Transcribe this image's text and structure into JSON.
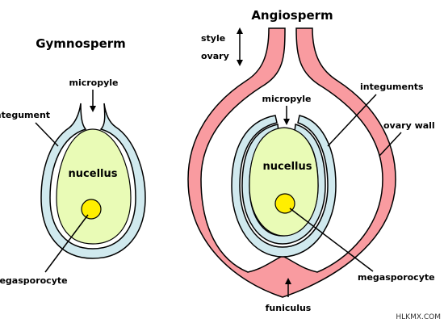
{
  "diagram": {
    "gymnosperm": {
      "title": "Gymnosperm",
      "micropyle_label": "micropyle",
      "integument_label": "integument",
      "nucellus_label": "nucellus",
      "megasporocyte_label": "megasporocyte"
    },
    "angiosperm": {
      "title": "Angiosperm",
      "style_label": "style",
      "ovary_label": "ovary",
      "micropyle_label": "micropyle",
      "integuments_label": "integuments",
      "ovary_wall_label": "ovary wall",
      "nucellus_label": "nucellus",
      "megasporocyte_label": "megasporocyte",
      "funiculus_label": "funiculus"
    },
    "watermark": "HLKMX.COM"
  },
  "colors": {
    "nucellus_fill": "#e9fbb6",
    "integument_fill": "#d0e9ee",
    "ovary_wall_fill": "#f99ba0",
    "megasporocyte_fill": "#ffee00",
    "outline": "#000000"
  }
}
